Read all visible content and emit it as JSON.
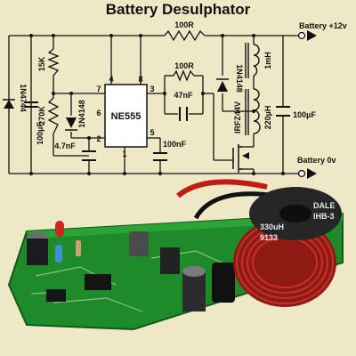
{
  "title": "Battery Desulphator",
  "components": {
    "zener": "1N4744",
    "cap_left": "100µF",
    "r_15k": "15K",
    "r_270k": "270K",
    "diode_mid": "1N4148",
    "cap_timing": "4.7nF",
    "ic": "NE555",
    "r_100r_top": "100R",
    "r_100r_mid": "100R",
    "cap_47n": "47nF",
    "cap_100n": "100nF",
    "diode_right": "1N4148",
    "inductor_small": "1mH",
    "inductor_big": "220µH",
    "mosfet": "IRFZ44V",
    "cap_right": "100µF"
  },
  "pins": {
    "p1": "1",
    "p2": "2",
    "p3": "3",
    "p4": "4",
    "p5": "5",
    "p6": "6",
    "p7": "7",
    "p8": "8"
  },
  "terminals": {
    "positive": "Battery +12v",
    "negative": "Battery 0v"
  },
  "colors": {
    "background": "#efe8c6",
    "line": "#111111",
    "pcb": "#1f8a2a",
    "copper_coil": "#a8201a",
    "toroid": "#2a2a2a"
  },
  "photo": {
    "coil_marking_1": "DALE",
    "coil_marking_2": "IHB-3",
    "coil_marking_3": "330uH",
    "coil_marking_4": "9133"
  }
}
